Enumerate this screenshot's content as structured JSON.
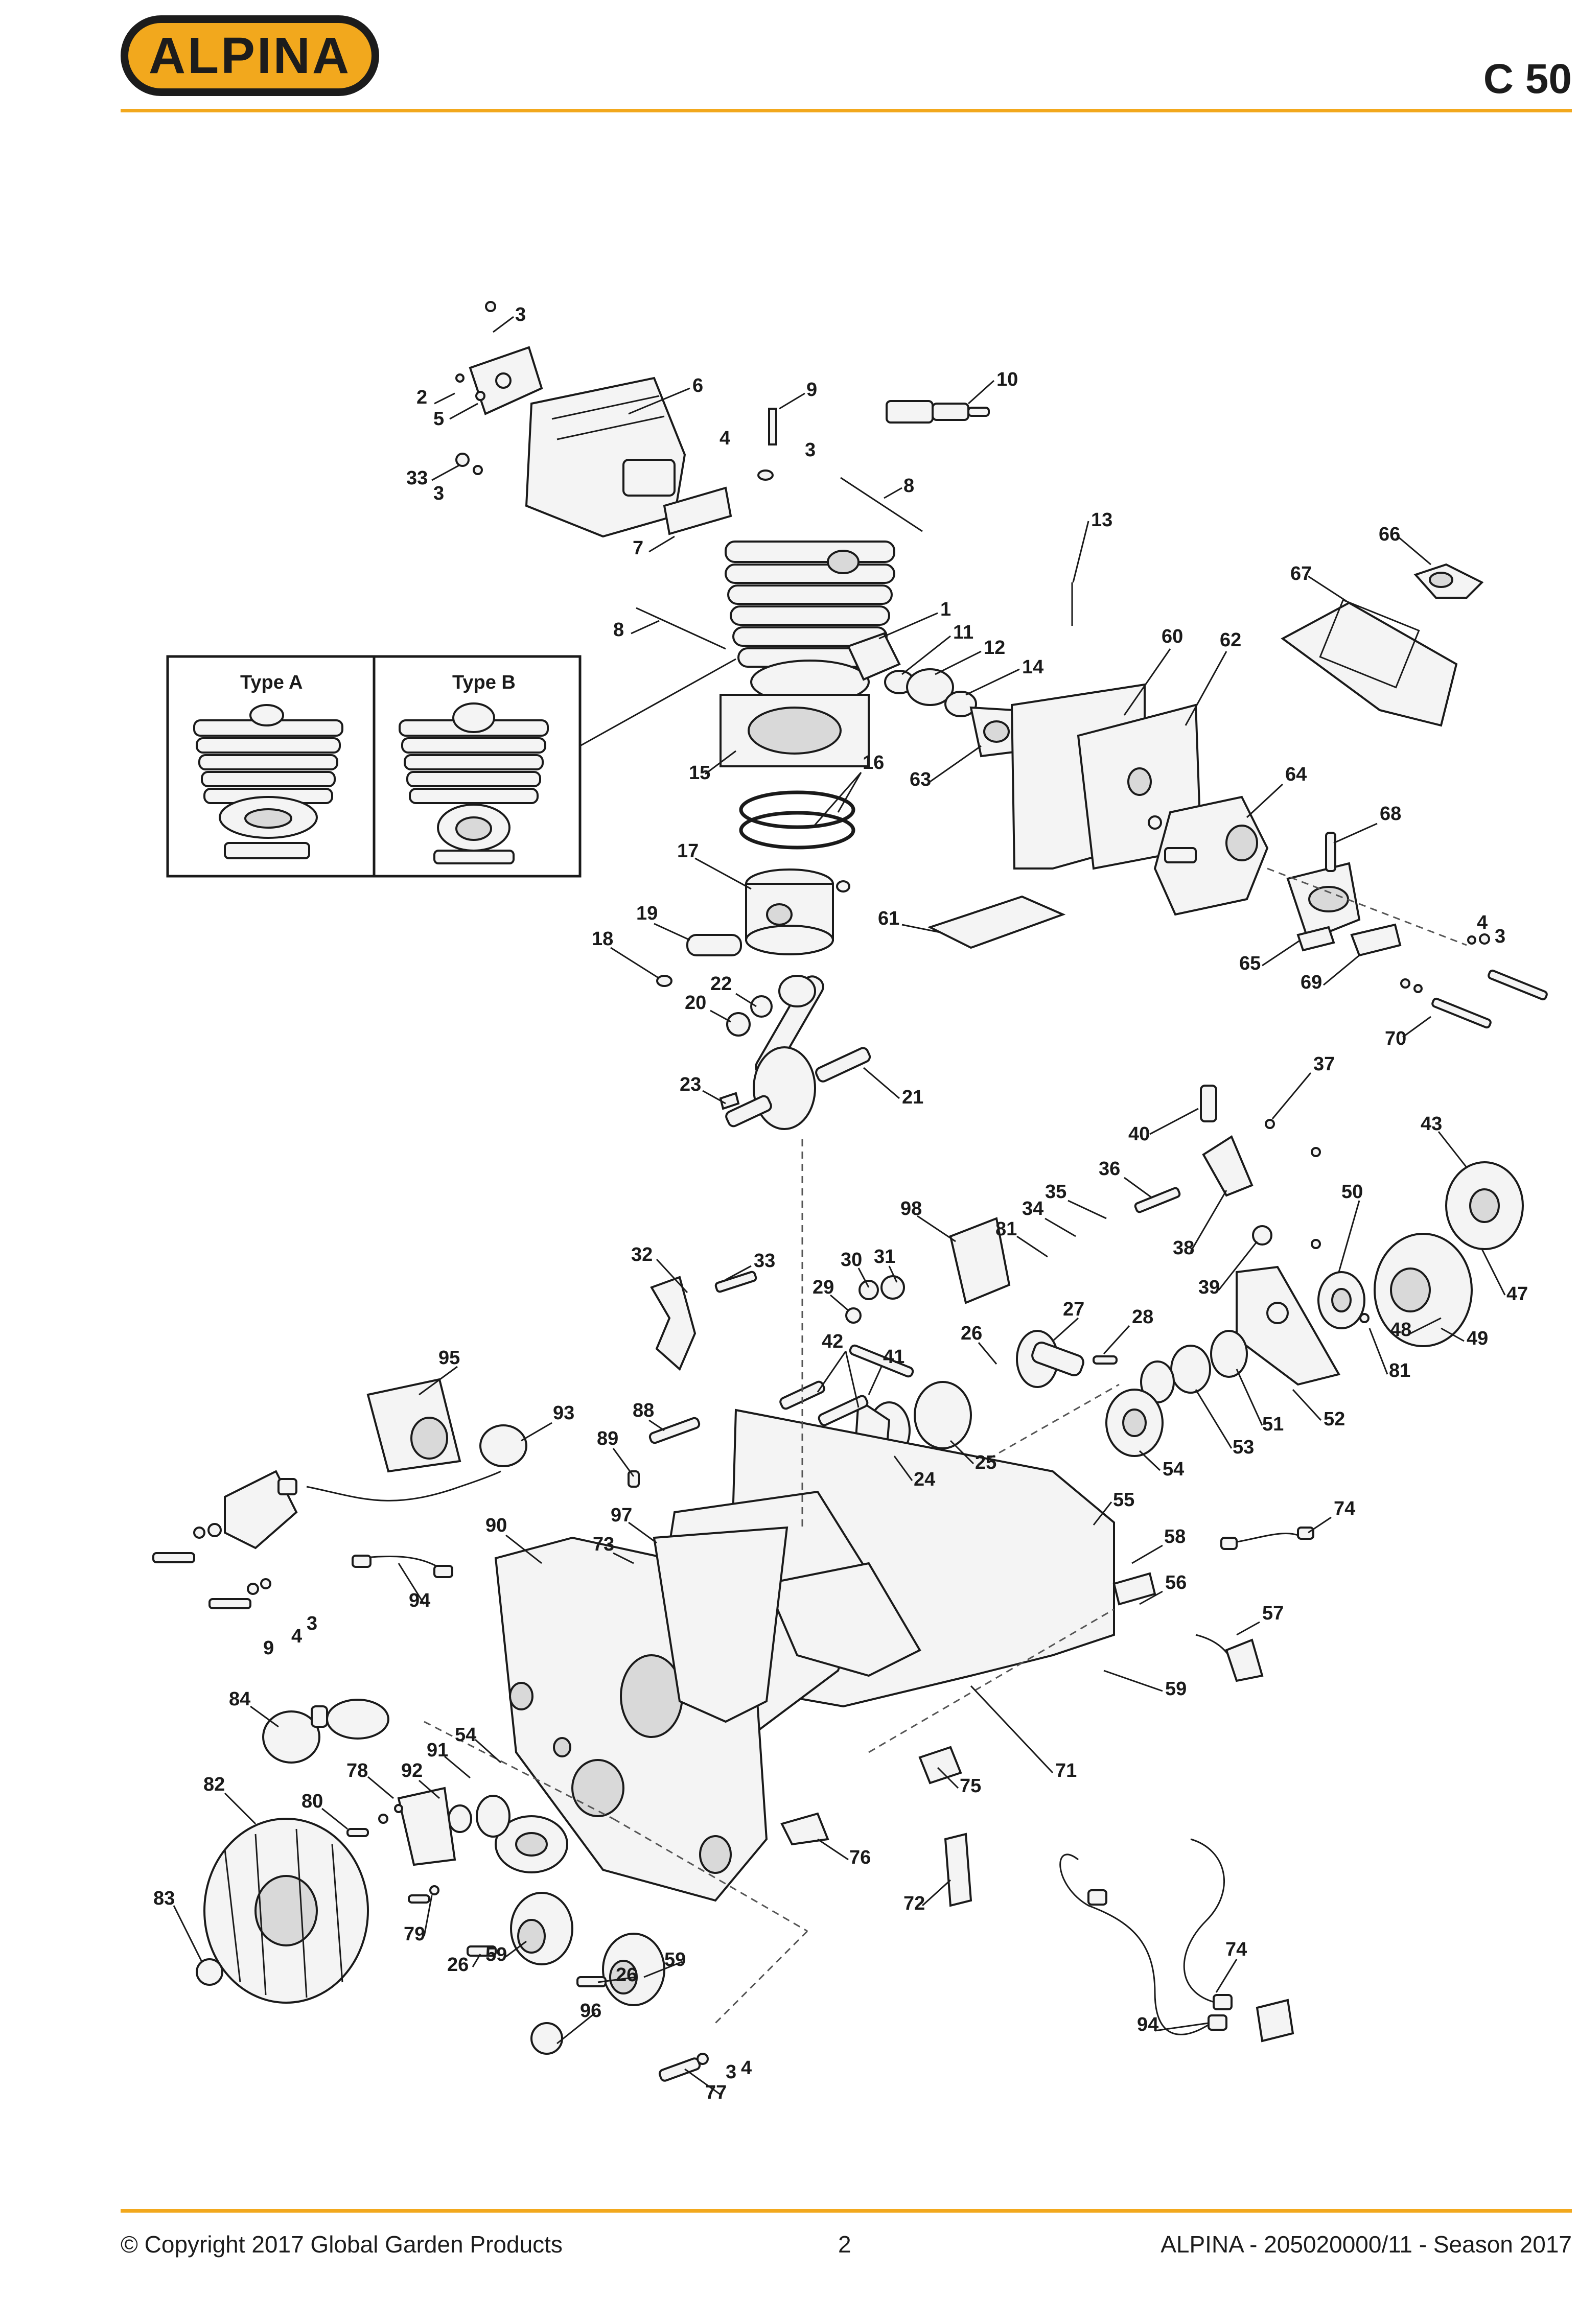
{
  "header": {
    "brand": "ALPINA",
    "model": "C 50"
  },
  "footer": {
    "copyright": "© Copyright 2017 Global Garden Products",
    "page_number": "2",
    "doc_ref": "ALPINA - 205020000/11 - Season 2017"
  },
  "inset": {
    "type_a": "Type A",
    "type_b": "Type B"
  },
  "callouts": {
    "c2": "2",
    "c3": "3",
    "c4": "4",
    "c5": "5",
    "c6": "6",
    "c7": "7",
    "c8": "8",
    "c9": "9",
    "c10": "10",
    "c11": "11",
    "c12": "12",
    "c13": "13",
    "c14": "14",
    "c15": "15",
    "c16": "16",
    "c17": "17",
    "c18": "18",
    "c19": "19",
    "c20": "20",
    "c21": "21",
    "c22": "22",
    "c23": "23",
    "c24": "24",
    "c25": "25",
    "c26": "26",
    "c27": "27",
    "c28": "28",
    "c29": "29",
    "c30": "30",
    "c31": "31",
    "c32": "32",
    "c33": "33",
    "c34": "34",
    "c35": "35",
    "c36": "36",
    "c37": "37",
    "c38": "38",
    "c39": "39",
    "c40": "40",
    "c41": "41",
    "c42": "42",
    "c43": "43",
    "c47": "47",
    "c48": "48",
    "c49": "49",
    "c50": "50",
    "c51": "51",
    "c52": "52",
    "c53": "53",
    "c54": "54",
    "c55": "55",
    "c56": "56",
    "c57": "57",
    "c58": "58",
    "c59": "59",
    "c60": "60",
    "c61": "61",
    "c62": "62",
    "c63": "63",
    "c64": "64",
    "c65": "65",
    "c66": "66",
    "c67": "67",
    "c68": "68",
    "c69": "69",
    "c70": "70",
    "c71": "71",
    "c72": "72",
    "c73": "73",
    "c74": "74",
    "c75": "75",
    "c76": "76",
    "c77": "77",
    "c78": "78",
    "c79": "79",
    "c80": "80",
    "c81": "81",
    "c82": "82",
    "c83": "83",
    "c84": "84",
    "c88": "88",
    "c89": "89",
    "c90": "90",
    "c91": "91",
    "c92": "92",
    "c93": "93",
    "c94": "94",
    "c95": "95",
    "c96": "96",
    "c97": "97",
    "c98": "98",
    "c1": "1"
  }
}
